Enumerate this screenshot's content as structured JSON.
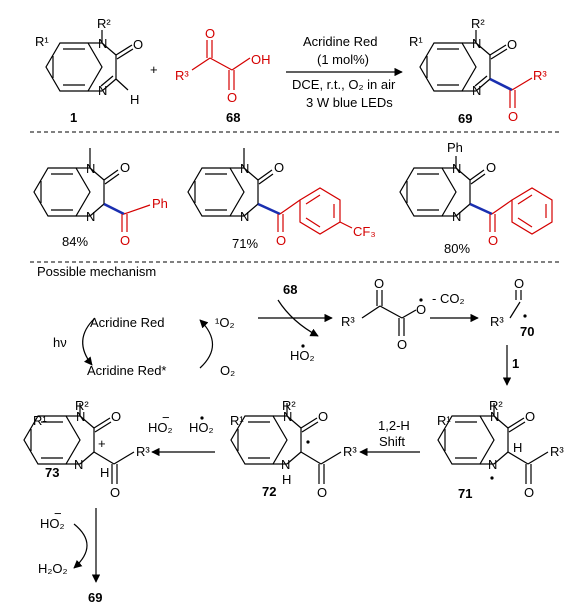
{
  "reaction": {
    "catalyst": "Acridine Red",
    "loading": "(1 mol%)",
    "conditions": "DCE, r.t., O₂ in air",
    "light": "3 W blue LEDs",
    "plus": "+",
    "r1": "R¹",
    "r2": "R²",
    "r3": "R³",
    "oh": "OH",
    "h": "H",
    "cmpd_1": "1",
    "cmpd_68": "68",
    "cmpd_69": "69"
  },
  "atoms": {
    "N": "N",
    "O": "O",
    "H": "H",
    "Ph": "Ph",
    "CF3": "CF₃"
  },
  "examples": [
    {
      "yield": "84%",
      "substituent": "Ph"
    },
    {
      "yield": "71%",
      "substituent": "CF₃"
    },
    {
      "yield": "80%",
      "substituent": "Ph"
    }
  ],
  "mechanism": {
    "heading": "Possible mechanism",
    "catalyst": "Acridine Red",
    "catalyst_excited": "Acridine Red*",
    "hv": "hν",
    "singlet_oxygen": "¹O₂",
    "oxygen": "O₂",
    "cmpd_68": "68",
    "hydroperoxyl": "HO₂",
    "hydroperoxyl_anion": "HO₂",
    "loss_co2": "- CO₂",
    "cmpd_70": "70",
    "cmpd_1": "1",
    "shift": "1,2-H",
    "shift2": "Shift",
    "cmpd_71": "71",
    "cmpd_72": "72",
    "cmpd_73": "73",
    "h2o2": "H₂O₂",
    "cmpd_69": "69",
    "r1": "R¹",
    "r2": "R²",
    "r3": "R³",
    "plus": "+"
  }
}
